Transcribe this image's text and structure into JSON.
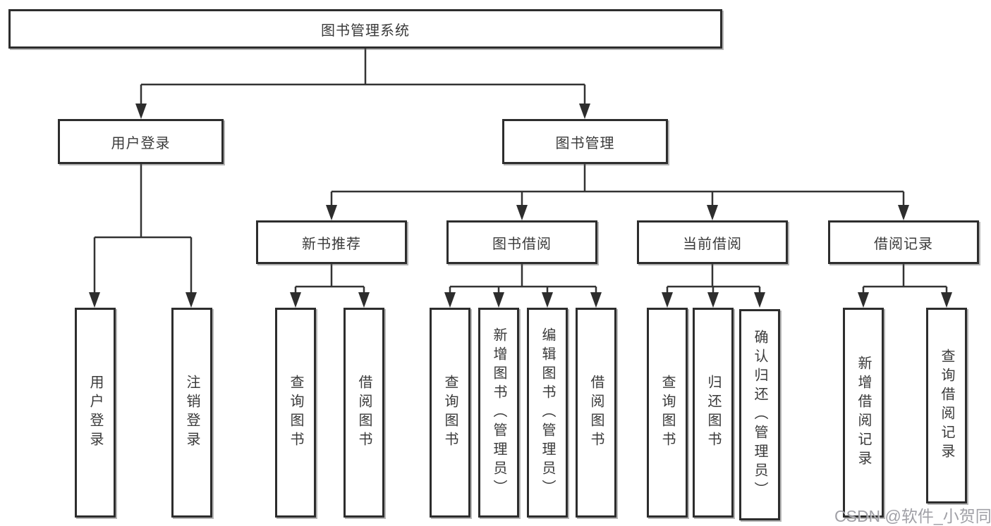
{
  "diagram": {
    "root": {
      "label": "图书管理系统"
    },
    "login": {
      "label": "用户登录",
      "children": [
        {
          "label": "用户登录"
        },
        {
          "label": "注销登录"
        }
      ]
    },
    "mgmt": {
      "label": "图书管理",
      "children": [
        {
          "label": "新书推荐",
          "children": [
            {
              "label": "查询图书"
            },
            {
              "label": "借阅图书"
            }
          ]
        },
        {
          "label": "图书借阅",
          "children": [
            {
              "label": "查询图书"
            },
            {
              "label": "新增图书（管理员）"
            },
            {
              "label": "编辑图书（管理员）"
            },
            {
              "label": "借阅图书"
            }
          ]
        },
        {
          "label": "当前借阅",
          "children": [
            {
              "label": "查询图书"
            },
            {
              "label": "归还图书"
            },
            {
              "label": "确认归还（管理员）"
            }
          ]
        },
        {
          "label": "借阅记录",
          "children": [
            {
              "label": "新增借阅记录"
            },
            {
              "label": "查询借阅记录"
            }
          ]
        }
      ]
    }
  },
  "watermark": {
    "text": "CSDN @软件_小贺同学"
  },
  "colors": {
    "line": "#333333",
    "box_border": "#2d2d2d",
    "box_fill": "#ffffff",
    "text": "#3a3a3a",
    "watermark": "#98989e"
  }
}
